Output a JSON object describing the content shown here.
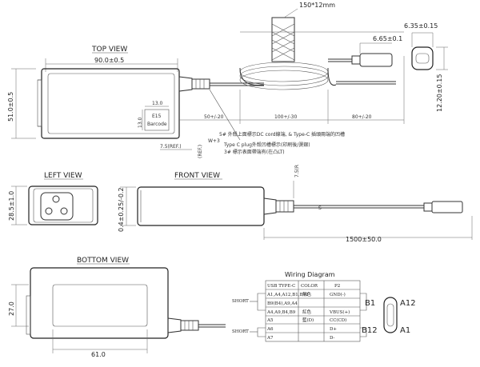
{
  "views": {
    "top": "TOP VIEW",
    "left": "LEFT VIEW",
    "front": "FRONT VIEW",
    "bottom": "BOTTOM VIEW"
  },
  "dims": {
    "braid": "150*12mm",
    "top_width": "90.0±0.5",
    "top_height": "51.0±0.5",
    "plug_w1": "6.35±0.15",
    "plug_w2": "6.65±0.1",
    "plug_h": "12.20±0.15",
    "seg1": "50+/-20",
    "seg2": "100+/-30",
    "seg3": "80+/-20",
    "label_13a": "13.0",
    "label_13b": "13.0",
    "ref1": "7.5(REF.)",
    "ref2": "(REF.)",
    "ref3": "7.5(R",
    "left_h": "28.5±1.0",
    "front_h": "0.4±0.25/-0.2",
    "cable_total": "1500±50.0",
    "bottom_h": "27.0",
    "bottom_w": "61.0",
    "label_box_1": "E15",
    "label_box_2": "Barcode"
  },
  "notes": [
    "5# 外殼上面標示DC cord線端, & Type-C 插頭兩端的凹槽",
    "Type C plug外殼凹槽標示(印刷後/燙銀)",
    "3# 標示表面帶端有(在凸LT)"
  ],
  "note_prefix": "W+3",
  "wiring": {
    "title": "Wiring Diagram",
    "headers": [
      "USB TYPE-C",
      "COLOR",
      "P2"
    ],
    "rows": [
      [
        "A1,A4,A12,B1,B12",
        "無色",
        "GND(-)"
      ],
      [
        "B9(B4),A9,A4",
        "",
        ""
      ],
      [
        "A4,A9,B4,B9",
        "紅色",
        "VBUS(+)"
      ],
      [
        "A5",
        "藍(D)",
        "CC(CD)"
      ],
      [
        "A6",
        "",
        "D+"
      ],
      [
        "A7",
        "",
        "D-"
      ]
    ],
    "short_labels": [
      "SHORT",
      "SHORT"
    ]
  },
  "connector_pins": {
    "tl": "B1",
    "tr": "A12",
    "bl": "B12",
    "br": "A1"
  }
}
